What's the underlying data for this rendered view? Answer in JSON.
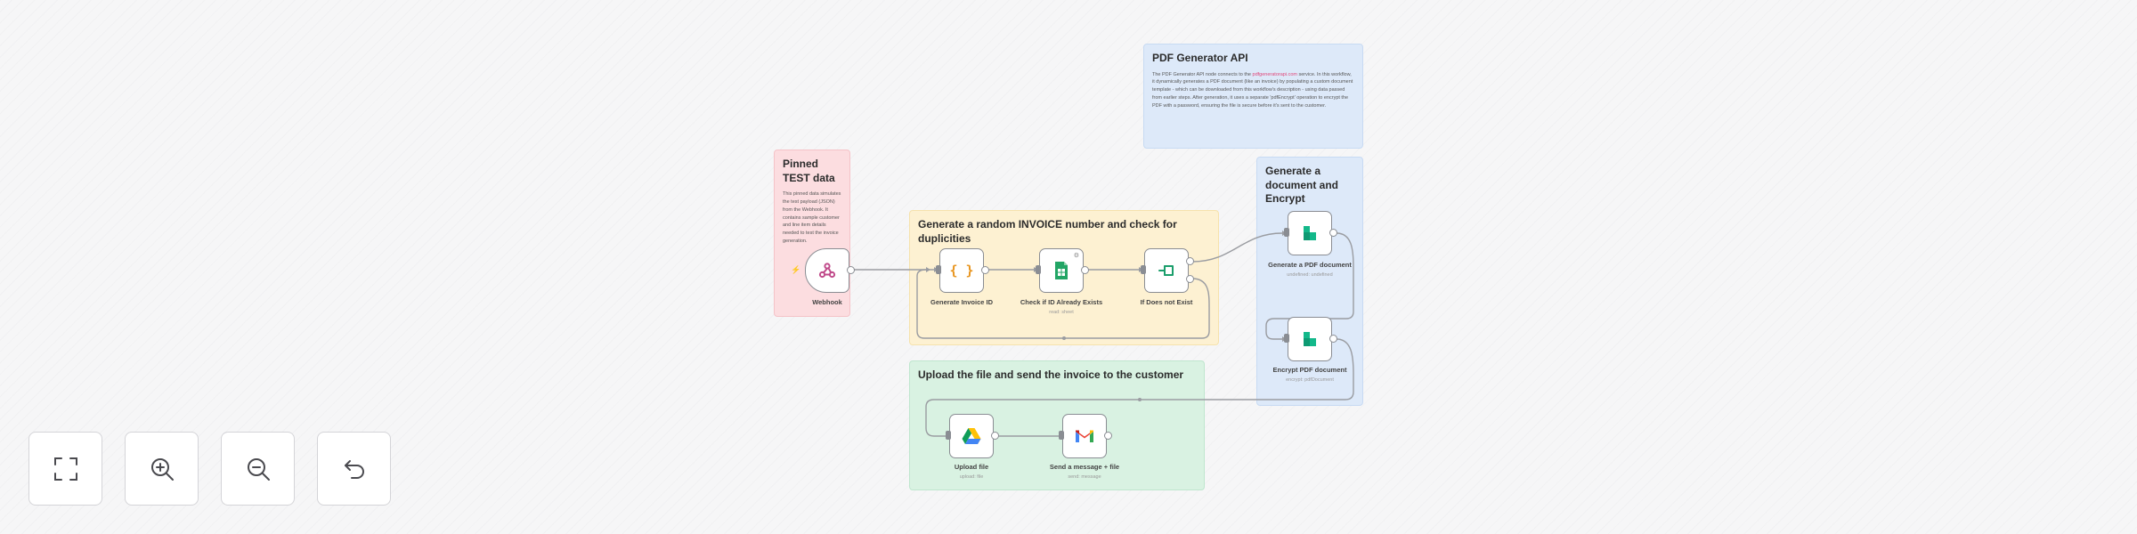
{
  "stickies": {
    "pinned": {
      "title": "Pinned TEST data",
      "body": "This pinned data simulates the test payload (JSON) from the Webhook. It contains sample customer and line item details needed to test the invoice generation."
    },
    "random": {
      "title": "Generate a random INVOICE number and check for duplicities"
    },
    "upload": {
      "title": "Upload the file and send the invoice to the customer"
    },
    "pdfapi": {
      "title": "PDF Generator API",
      "body_before": "The PDF Generator API node connects to the ",
      "body_link": "pdfgeneratorapi.com",
      "body_after": " service. In this workflow, it dynamically generates a PDF document (like an invoice) by populating a custom document template - which can be downloaded from this workflow's description - using data passed from earlier steps. After generation, it uses a separate 'pdfEncrypt' operation to encrypt the PDF with a password, ensuring the file is secure before it's sent to the customer."
    },
    "generate": {
      "title": "Generate a document and Encrypt"
    }
  },
  "nodes": {
    "webhook": {
      "label": "Webhook"
    },
    "gen_invoice": {
      "label": "Generate Invoice ID",
      "glyph": "{ }"
    },
    "check": {
      "label": "Check if ID Already Exists",
      "sub": "read: sheet"
    },
    "ifnot": {
      "label": "If Does not Exist"
    },
    "gen_pdf": {
      "label": "Generate a PDF document",
      "sub": "undefined: undefined"
    },
    "encrypt": {
      "label": "Encrypt PDF document",
      "sub": "encrypt: pdfDocument"
    },
    "upload": {
      "label": "Upload file",
      "sub": "upload: file"
    },
    "send": {
      "label": "Send a message + file",
      "sub": "send: message"
    }
  },
  "icons": {
    "webhook": "webhook-icon",
    "code": "code-icon",
    "sheets": "google-sheets-icon",
    "if": "if-icon",
    "pdf": "pdf-generator-icon",
    "drive": "google-drive-icon",
    "gmail": "gmail-icon"
  },
  "colors": {
    "pink": "#fcdde0",
    "yellow": "#fdf1d2",
    "green": "#d9f2e2",
    "blue": "#dde9f9",
    "trigger": "#e0566b",
    "link": "#e0477a"
  },
  "controls": {
    "fit": "fit-view",
    "zoom_in": "zoom-in",
    "zoom_out": "zoom-out",
    "reset": "reset-zoom"
  }
}
